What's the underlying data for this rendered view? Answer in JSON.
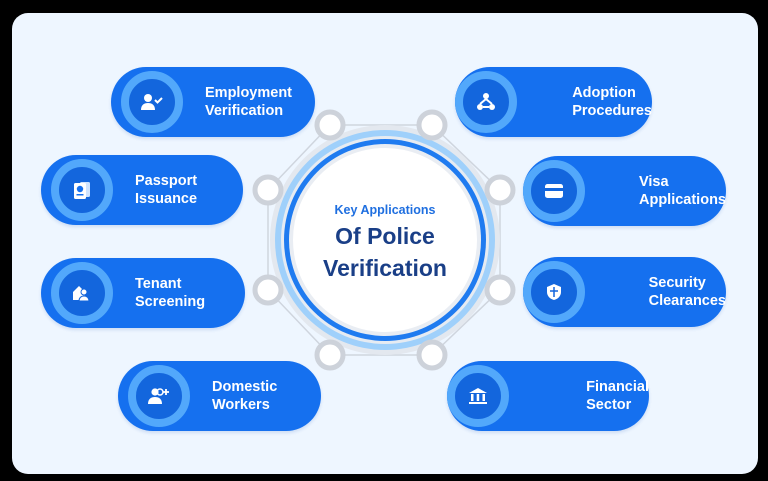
{
  "title": {
    "line1": "Key Applications",
    "line2": "Of Police",
    "line3": "Verification"
  },
  "colors": {
    "pill": "#1570ef",
    "ring": "#52a8fb",
    "title_dark": "#1a3f87",
    "title_accent": "#1f6fe0",
    "background": "#eef6ff"
  },
  "items": [
    {
      "line1": "Employment",
      "line2": "Verification",
      "icon": "user-check-icon"
    },
    {
      "line1": "Passport",
      "line2": "Issuance",
      "icon": "passport-icon"
    },
    {
      "line1": "Tenant",
      "line2": "Screening",
      "icon": "home-user-icon"
    },
    {
      "line1": "Domestic",
      "line2": "Workers",
      "icon": "users-plus-icon"
    },
    {
      "line1": "Adoption",
      "line2": "Procedures",
      "icon": "family-network-icon"
    },
    {
      "line1": "Visa",
      "line2": "Applications",
      "icon": "card-icon"
    },
    {
      "line1": "Security",
      "line2": "Clearances",
      "icon": "shield-icon"
    },
    {
      "line1": "Financial",
      "line2": "Sector",
      "icon": "bank-icon"
    }
  ]
}
